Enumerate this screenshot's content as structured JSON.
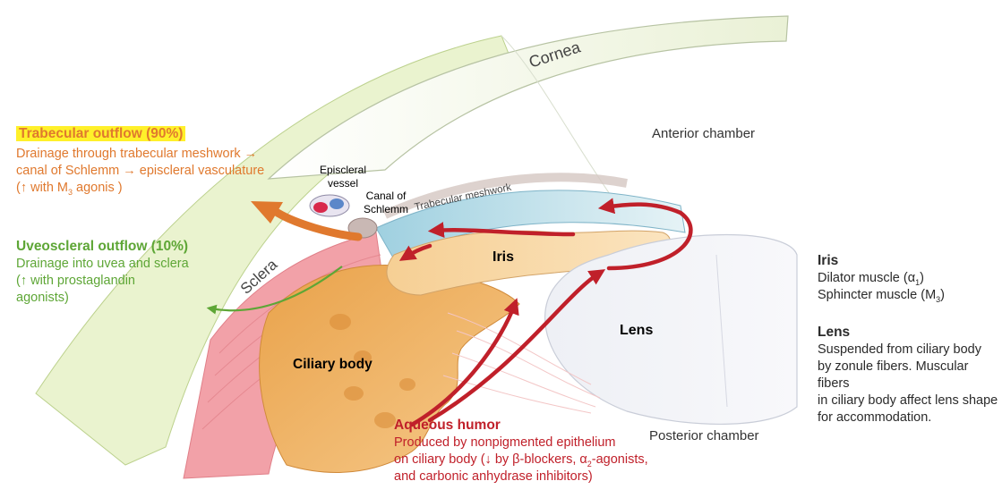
{
  "colors": {
    "trabecular": "#e0792e",
    "uveoscleral": "#5ea636",
    "aqueous": "#c0202a",
    "text": "#2a2a2a",
    "highlight": "#fff02a"
  },
  "icons": {
    "trabecular_arrow": "arrow-icon",
    "uveoscleral_arrow": "arrow-icon",
    "aqueous_arrows": "arrow-icon"
  },
  "structures": {
    "cornea": "Cornea",
    "sclera": "Sclera",
    "iris": "Iris",
    "lens": "Lens",
    "ciliary_body": "Ciliary body",
    "trabecular_meshwork": "Trabecular meshwork",
    "canal_of_schlemm": [
      "Canal of",
      "Schlemm"
    ],
    "episcleral_vessel": [
      "Episcleral",
      "vessel"
    ],
    "anterior_chamber": "Anterior chamber",
    "posterior_chamber": "Posterior chamber"
  },
  "trabecular": {
    "title": "Trabecular outflow (90%)",
    "line1": "Drainage through trabecular meshwork →",
    "line2": "canal of Schlemm → episcleral vasculature",
    "line3_pre": "(↑ with M",
    "line3_sub": "3",
    "line3_post": " agonis )"
  },
  "uveoscleral": {
    "title": "Uveoscleral outflow (10%)",
    "line1": "Drainage into uvea and sclera",
    "line2": "(↑ with prostaglandin",
    "line3": "agonists)"
  },
  "aqueous": {
    "title": "Aqueous humor",
    "line1": "Produced by nonpigmented epithelium",
    "line2_pre": "on ciliary body (↓ by β-blockers, α",
    "line2_sub": "2",
    "line2_post": "-agonists,",
    "line3": "and carbonic anhydrase inhibitors)"
  },
  "iris_info": {
    "title": "Iris",
    "dilator_pre": "Dilator muscle (α",
    "dilator_sub": "1",
    "dilator_post": ")",
    "sphincter_pre": "Sphincter muscle (M",
    "sphincter_sub": "3",
    "sphincter_post": ")"
  },
  "lens_info": {
    "title": "Lens",
    "line1": "Suspended from ciliary body",
    "line2": "by zonule fibers. Muscular fibers",
    "line3": "in ciliary body affect lens shape",
    "line4": "for accommodation."
  }
}
